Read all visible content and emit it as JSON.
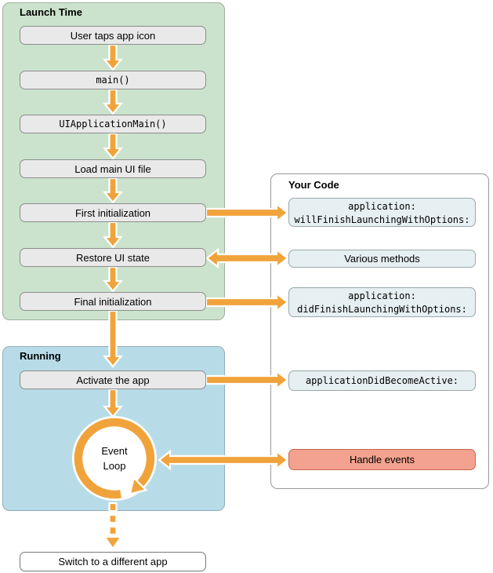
{
  "colors": {
    "arrow_orange": "#F1A33B",
    "launch_panel_green": "#CBE3CC",
    "running_panel_blue": "#B7DCE8",
    "step_box_gray": "#E9E9E9",
    "code_box_teal": "#E6EFF1",
    "handle_events_salmon": "#F2A28E"
  },
  "launch_time": {
    "title": "Launch Time",
    "steps": [
      "User taps app icon",
      "main()",
      "UIApplicationMain()",
      "Load main UI file",
      "First initialization",
      "Restore UI state",
      "Final initialization"
    ]
  },
  "running": {
    "title": "Running",
    "activate_step": "Activate the app",
    "event_loop": {
      "line1": "Event",
      "line2": "Loop"
    }
  },
  "your_code": {
    "title": "Your Code",
    "will_finish": {
      "line1": "application:",
      "line2": "willFinishLaunchingWithOptions:"
    },
    "various_methods": "Various methods",
    "did_finish": {
      "line1": "application:",
      "line2": "didFinishLaunchingWithOptions:"
    },
    "did_become_active": "applicationDidBecomeActive:",
    "handle_events": "Handle events"
  },
  "switch_app_label": "Switch to a different app"
}
